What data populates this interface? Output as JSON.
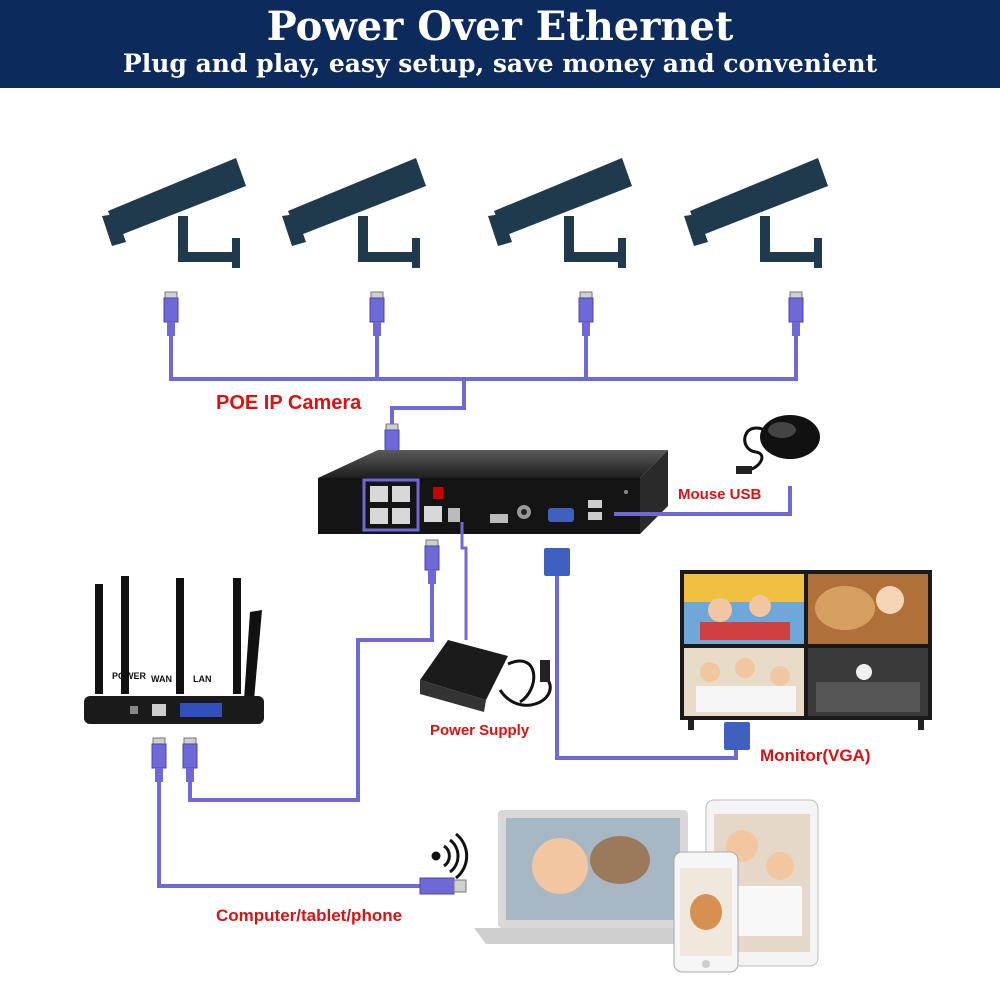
{
  "header": {
    "title": "Power Over Ethernet",
    "subtitle": "Plug and play, easy setup, save money and convenient"
  },
  "labels": {
    "poe_camera": "POE IP Camera",
    "mouse_usb": "Mouse USB",
    "power_supply": "Power Supply",
    "monitor": "Monitor(VGA)",
    "devices": "Computer/tablet/phone"
  },
  "router": {
    "port_labels": [
      "POWER",
      "WAN",
      "LAN"
    ]
  },
  "colors": {
    "banner": "#0d2a5c",
    "cable": "#6f69d8",
    "label_red": "#e01010",
    "camera": "#1f3a4d"
  }
}
